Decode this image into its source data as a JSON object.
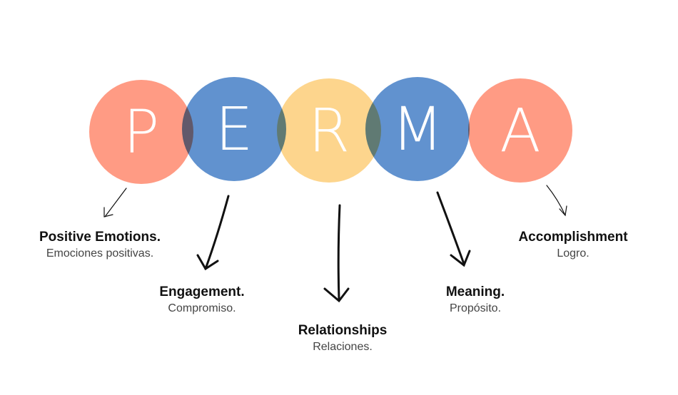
{
  "colors": {
    "salmon": "#FF937A",
    "blue": "#5389CB",
    "yellow": "#FDD283"
  },
  "circles": [
    {
      "letter": "P",
      "color": "#FF937A"
    },
    {
      "letter": "E",
      "color": "#5389CB"
    },
    {
      "letter": "R",
      "color": "#FDD283"
    },
    {
      "letter": "M",
      "color": "#5389CB"
    },
    {
      "letter": "A",
      "color": "#FF937A"
    }
  ],
  "items": [
    {
      "title": "Positive Emotions.",
      "subtitle": "Emociones positivas."
    },
    {
      "title": "Engagement.",
      "subtitle": "Compromiso."
    },
    {
      "title": "Relationships",
      "subtitle": "Relaciones."
    },
    {
      "title": "Meaning.",
      "subtitle": "Propósito."
    },
    {
      "title": "Accomplishment",
      "subtitle": "Logro."
    }
  ]
}
